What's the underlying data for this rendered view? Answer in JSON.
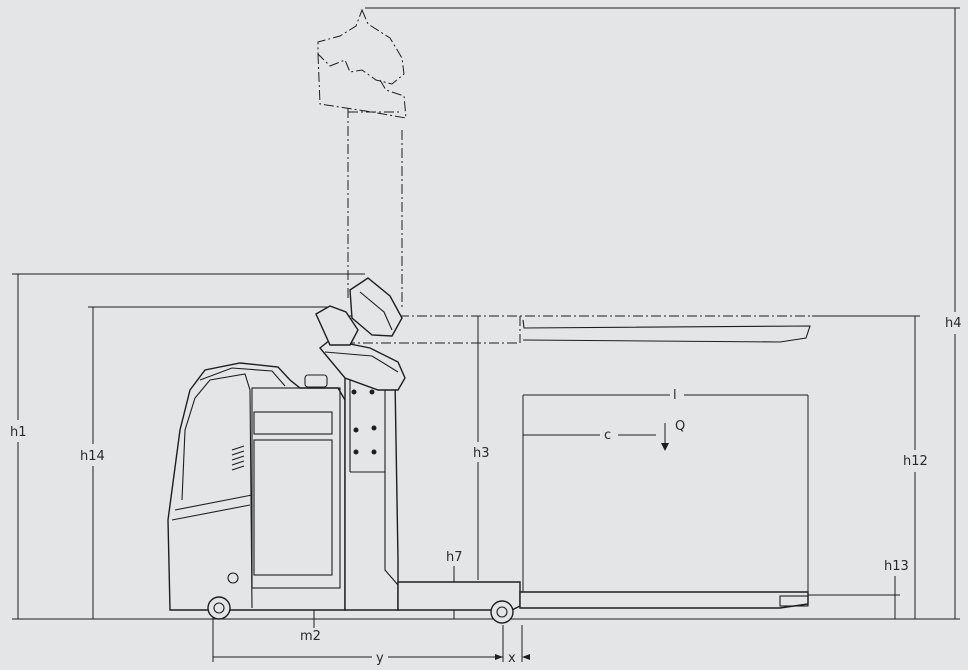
{
  "labels": {
    "h1": "h1",
    "h14": "h14",
    "h3": "h3",
    "h7": "h7",
    "h12": "h12",
    "h13": "h13",
    "h4": "h4",
    "l": "l",
    "c": "c",
    "Q": "Q",
    "m2": "m2",
    "y": "y",
    "x": "x"
  }
}
